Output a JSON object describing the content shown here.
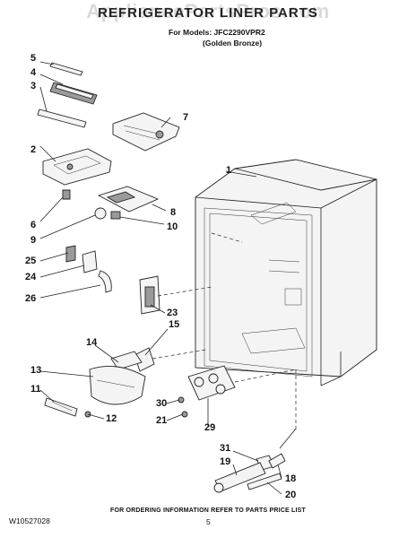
{
  "watermark": "AppliancePartsPros.com",
  "header": {
    "title": "REFRIGERATOR LINER PARTS",
    "models": "For Models: JFC2290VPR2",
    "finish": "(Golden Bronze)"
  },
  "callouts": [
    "1",
    "2",
    "3",
    "4",
    "5",
    "6",
    "7",
    "8",
    "9",
    "10",
    "11",
    "12",
    "13",
    "14",
    "15",
    "18",
    "19",
    "20",
    "21",
    "23",
    "24",
    "25",
    "26",
    "29",
    "30",
    "31"
  ],
  "footer": {
    "doc_number": "W10527028",
    "ordering_note": "FOR ORDERING INFORMATION REFER TO PARTS PRICE LIST",
    "page_number": "5"
  }
}
